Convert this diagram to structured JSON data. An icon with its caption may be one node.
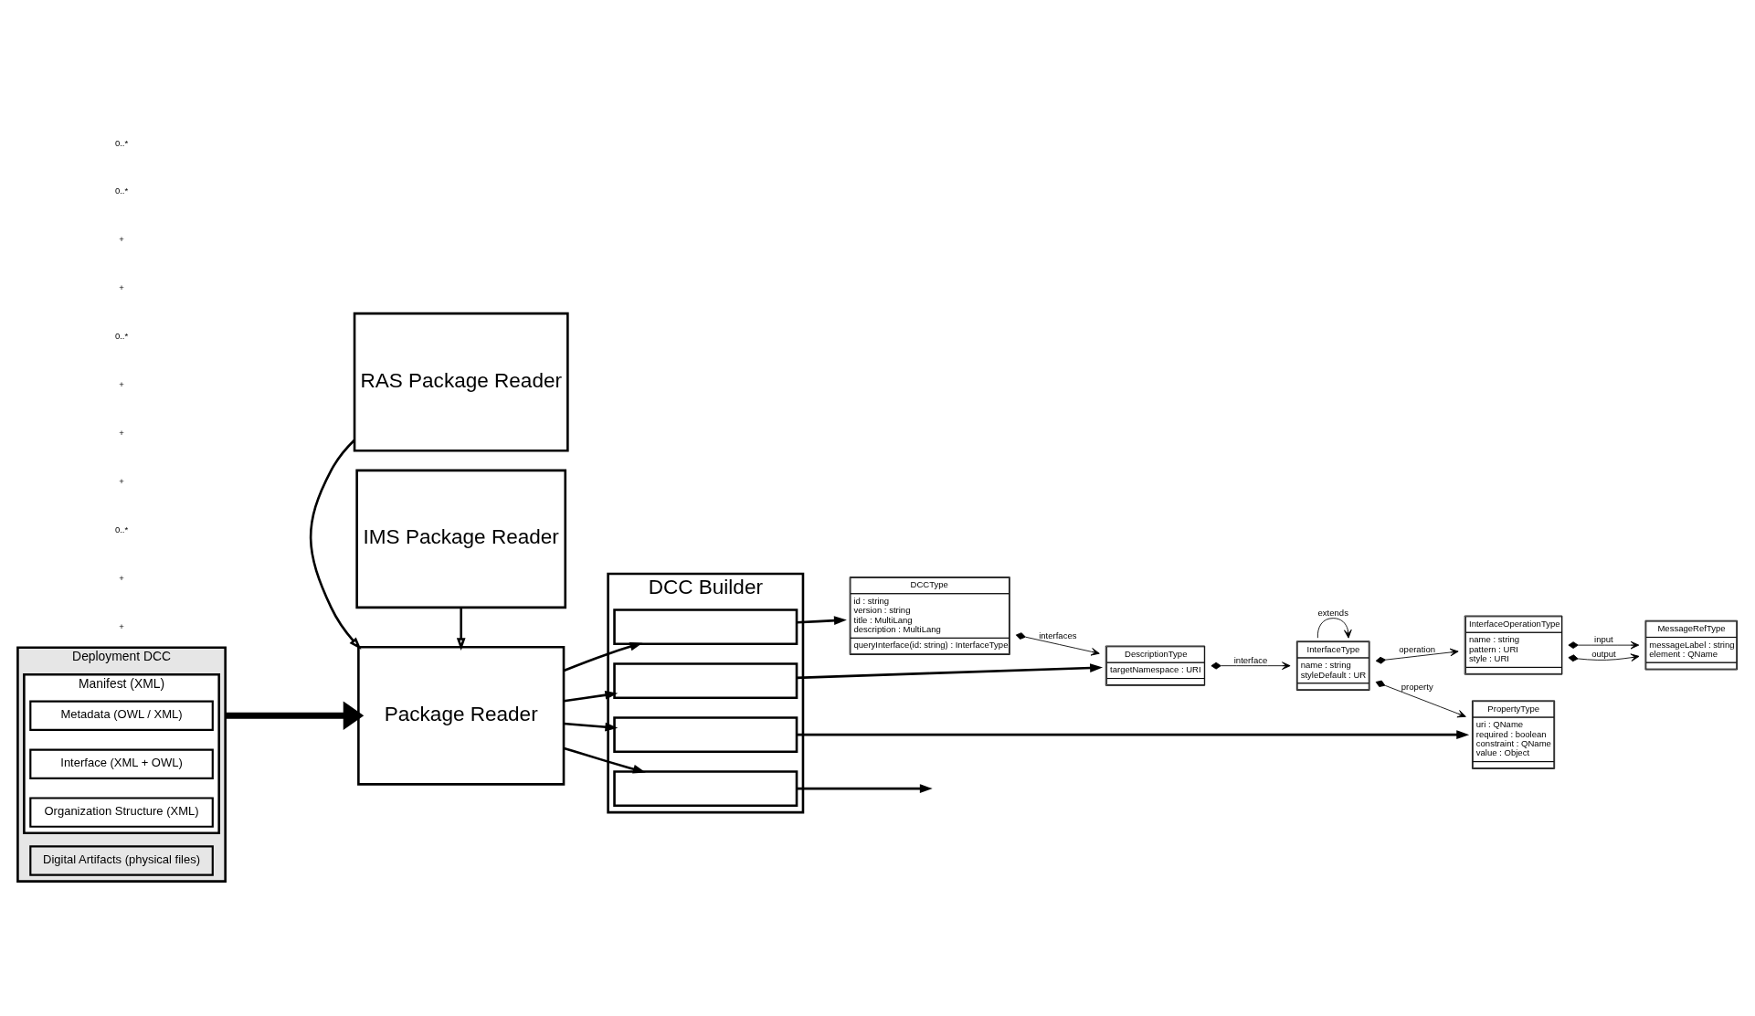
{
  "diagram": {
    "nodes": [
      {
        "text": [
          "Deployment DCC"
        ]
      },
      {
        "text": [
          "Manifest (XML)"
        ],
        "in": 0
      },
      {
        "text": [
          "Metadata (OWL / XML)"
        ],
        "in": 1
      },
      {
        "text": [
          "Interface (XML + OWL)"
        ],
        "in": 1
      },
      {
        "text": [
          "Organization Structure (XML)"
        ],
        "in": 1
      },
      {
        "text": [
          "Digital Artifacts (physical files)"
        ],
        "in": 0
      },
      {
        "text": [
          "Package Reader"
        ]
      },
      {
        "text": [
          "IMS Package Reader"
        ]
      },
      {
        "text": [
          "RAS Package Reader"
        ]
      },
      {
        "text": [
          "DCC Builder"
        ]
      },
      {
        "text": [],
        "shape": "box",
        "in": 9
      },
      {
        "text": [],
        "shape": "box",
        "in": 9
      },
      {
        "text": [],
        "shape": "box",
        "in": 9
      },
      {
        "text": [],
        "shape": "box",
        "in": 9
      },
      {
        "text": [
          "DCCType",
          "id : string",
          "version : string",
          "title : MultiLang",
          "description : MultiLang",
          "queryInterface(id: string) : InterfaceType"
        ]
      },
      {
        "text": [
          "DescriptionType",
          "targetNamespace : URI"
        ]
      },
      {
        "text": [
          "InterfaceType",
          "name : string",
          "styleDefault : UR"
        ]
      },
      {
        "text": [
          "PropertyType",
          "uri : QName",
          "required : boolean",
          "constraint : QName",
          "value : Object"
        ]
      },
      {
        "text": [
          "InterfaceOperationType",
          "name : string",
          "pattern : URI",
          "style : URI"
        ]
      },
      {
        "text": [
          "MessageRefType",
          "messageLabel : string",
          "element : QName"
        ]
      }
    ],
    "edges": [
      {
        "from": 0,
        "to": 6,
        "arrow": "to",
        "style": "thick"
      },
      {
        "from": 7,
        "to": 6,
        "arrow": "to"
      },
      {
        "from": 8,
        "to": 6,
        "arrow": "to"
      },
      {
        "from": 6,
        "to": 10,
        "arrow": "to"
      },
      {
        "from": 6,
        "to": 11,
        "arrow": "to"
      },
      {
        "from": 6,
        "to": 12,
        "arrow": "to"
      },
      {
        "from": 6,
        "to": 13,
        "arrow": "to"
      },
      {
        "from": 10,
        "to": 14,
        "arrow": "to"
      },
      {
        "from": 11,
        "to": 15,
        "arrow": "to"
      },
      {
        "from": 12,
        "to": 17,
        "arrow": "to"
      },
      {
        "from": 13,
        "to": null,
        "arrow": "to"
      },
      {
        "from": 14,
        "to": 15,
        "arrow": "to",
        "label": "interfaces"
      },
      {
        "from": 15,
        "to": 16,
        "arrow": "to",
        "label": "interface"
      },
      {
        "from": 16,
        "to": 16,
        "arrow": "to",
        "label": "extends"
      },
      {
        "from": 16,
        "to": 17,
        "arrow": "to",
        "label": "property"
      },
      {
        "from": 16,
        "to": 18,
        "arrow": "to",
        "label": "operation"
      },
      {
        "from": 18,
        "to": 19,
        "arrow": "to",
        "label": "input"
      },
      {
        "from": 18,
        "to": 19,
        "arrow": "to",
        "label": "output"
      }
    ],
    "labels": [
      "+",
      "+",
      "0..*",
      "+",
      "+",
      "+",
      "0..*",
      "+",
      "+",
      "0..*",
      "0..*"
    ]
  }
}
